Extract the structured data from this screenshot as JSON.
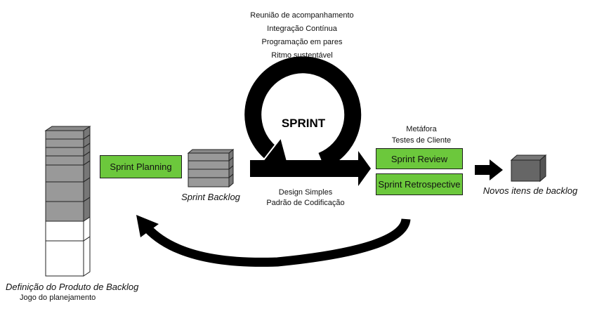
{
  "practices_top": [
    "Reunião de acompanhamento",
    "Integração Contínua",
    "Programação em pares",
    "Ritmo sustentável"
  ],
  "sprint_label": "SPRINT",
  "practices_right": [
    "Metáfora",
    "Testes de Cliente"
  ],
  "practices_bottom": [
    "Design Simples",
    "Padrão de Codificação"
  ],
  "boxes": {
    "sprint_planning": "Sprint Planning",
    "sprint_review": "Sprint Review",
    "sprint_retrospective": "Sprint Retrospective"
  },
  "labels": {
    "sprint_backlog": "Sprint Backlog",
    "new_backlog_items": "Novos itens de backlog",
    "product_backlog": "Definição do Produto de Backlog",
    "planning_game": "Jogo do planejamento"
  },
  "colors": {
    "green": "#6cc83c",
    "gray": "#999999",
    "dark": "#000000"
  }
}
